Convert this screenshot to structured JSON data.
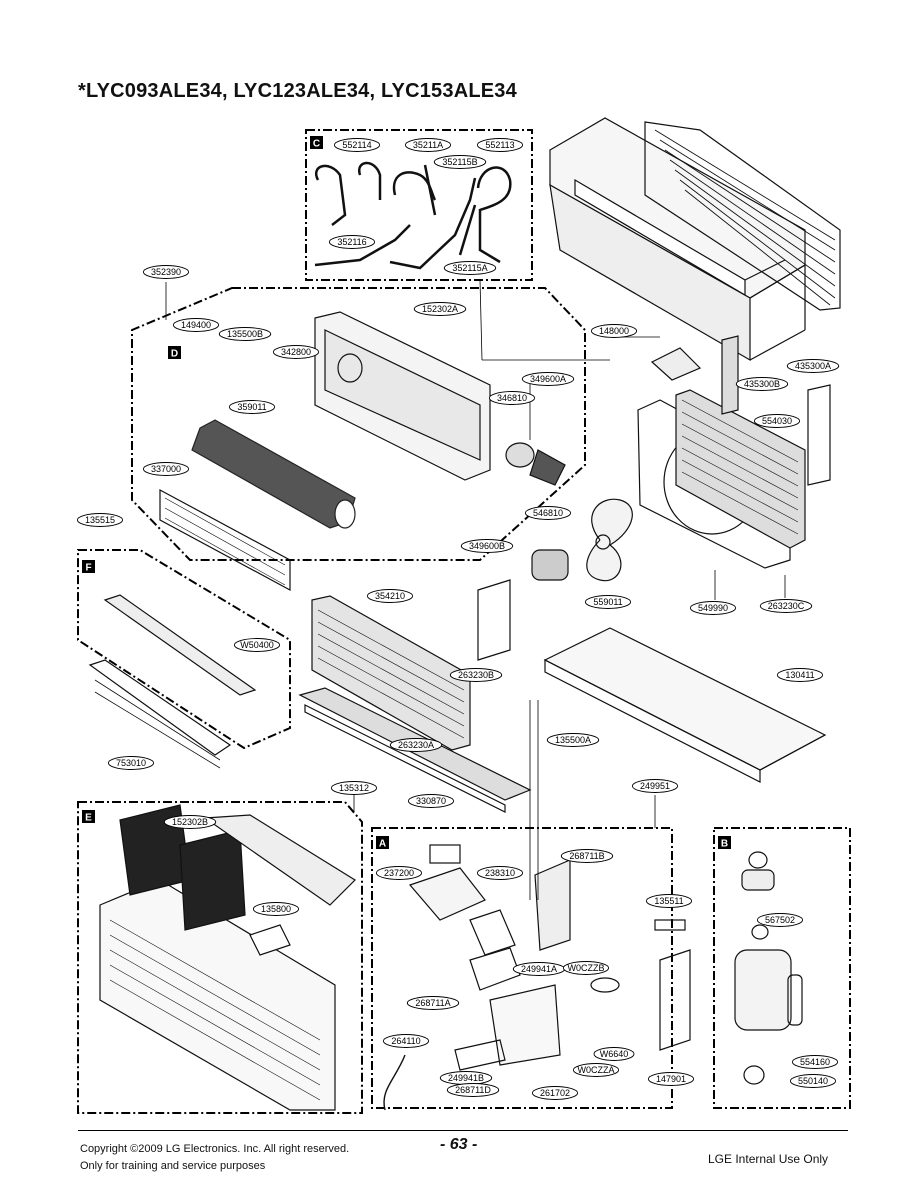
{
  "title": "*LYC093ALE34, LYC123ALE34, LYC153ALE34",
  "sections": [
    {
      "id": "section-c",
      "letter": "C"
    },
    {
      "id": "section-d",
      "letter": "D"
    },
    {
      "id": "section-f",
      "letter": "F"
    },
    {
      "id": "section-e",
      "letter": "E"
    },
    {
      "id": "section-a",
      "letter": "A"
    },
    {
      "id": "section-b",
      "letter": "B"
    }
  ],
  "parts": [
    "552114",
    "35211A",
    "552113",
    "352115B",
    "352116",
    "352115A",
    "352390",
    "152302A",
    "149400",
    "135500B",
    "342800",
    "148000",
    "435300A",
    "435300B",
    "349600A",
    "346810",
    "359011",
    "554030",
    "337000",
    "135515",
    "546810",
    "349600B",
    "559011",
    "549990",
    "263230C",
    "354210",
    "W50400",
    "263230B",
    "130411",
    "135500A",
    "263230A",
    "753010",
    "330870",
    "135312",
    "249951",
    "152302B",
    "268711B",
    "237200",
    "238310",
    "135800",
    "135511",
    "567502",
    "249941A",
    "W0CZZB",
    "268711A",
    "264110",
    "W6640",
    "554160",
    "249941B",
    "W0CZZA",
    "268711D",
    "261702",
    "147901",
    "550140"
  ],
  "footer": {
    "copyright": "Copyright ©2009 LG Electronics. Inc. All right reserved.",
    "training": "Only for training and service purposes",
    "page": "- 63 -",
    "internal": "LGE Internal Use Only"
  }
}
